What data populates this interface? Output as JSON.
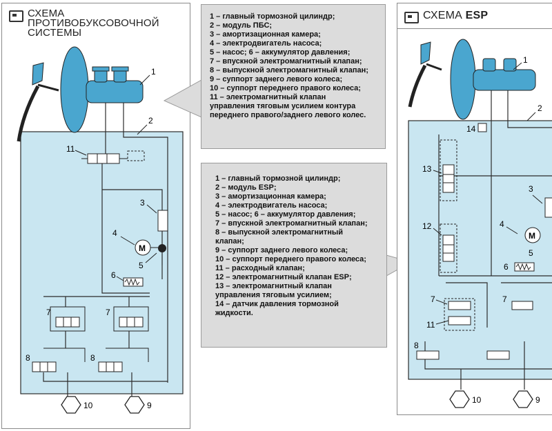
{
  "tcs_panel": {
    "title_lines": [
      "СХЕМА",
      "ПРОТИВОБУКСОВОЧНОЙ",
      "СИСТЕМЫ"
    ],
    "callouts": {
      "c1": "1",
      "c2": "2",
      "c3": "3",
      "c4": "4",
      "c5": "5",
      "c6": "6",
      "c7a": "7",
      "c7b": "7",
      "c8a": "8",
      "c8b": "8",
      "c9": "9",
      "c10": "10",
      "c11": "11"
    },
    "motor_symbol": "M",
    "legend_items": [
      "1 – главный тормозной цилиндр;",
      "2 – модуль ПБС;",
      "3 – амортизационная камера;",
      "4 – электродвигатель насоса;",
      "5 – насос; 6 – аккумулятор давления;",
      "7 – впускной электромагнитный клапан;",
      "8 – выпускной электромагнитный клапан;",
      "9 – суппорт заднего левого колеса;",
      "10 – суппорт переднего правого колеса;",
      "11 – электромагнитный клапан",
      "управления тяговым усилием контура",
      "переднего правого/заднего левого колес."
    ]
  },
  "esp_panel": {
    "title_prefix": "СХЕМА",
    "title_bold": "ESP",
    "callouts": {
      "c1": "1",
      "c2": "2",
      "c3": "3",
      "c4": "4",
      "c5": "5",
      "c6": "6",
      "c7a": "7",
      "c7b": "7",
      "c8": "8",
      "c9": "9",
      "c10": "10",
      "c11": "11",
      "c12": "12",
      "c13": "13",
      "c14": "14"
    },
    "motor_symbol": "M",
    "legend_items": [
      "1 – главный тормозной цилиндр;",
      "2 – модуль ESP;",
      "3 – амортизационная камера;",
      "4 – электродвигатель насоса;",
      "5 – насос; 6 – аккумулятор давления;",
      "7 – впускной электромагнитный клапан;",
      "8 – выпускной электромагнитный",
      "клапан;",
      "9 – суппорт заднего левого колеса;",
      "10 – суппорт переднего правого колеса;",
      "11 – расходный клапан;",
      "12 – электромагнитный клапан ESP;",
      "13 – электромагнитный клапан",
      "управления тяговым усилием;",
      "14 – датчик давления тормозной",
      "жидкости."
    ]
  },
  "colors": {
    "module_fill": "#c9e6f1",
    "booster_fill": "#4aa6cf",
    "legend_bg": "#dcdcdc",
    "line": "#2b2b2b"
  }
}
